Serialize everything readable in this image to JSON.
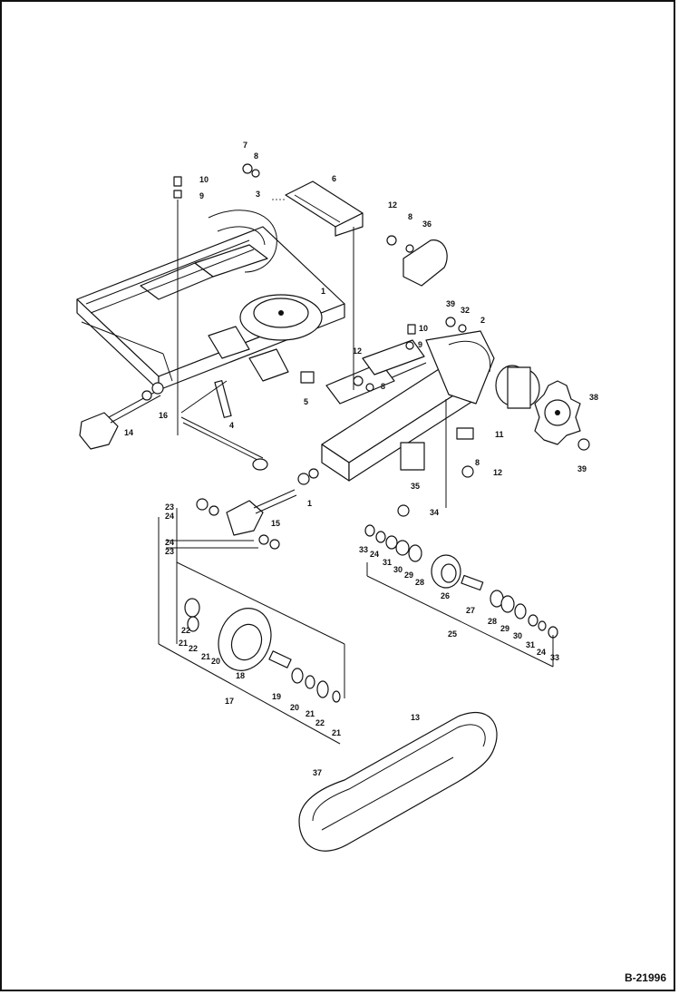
{
  "figure_id": "B-21996",
  "callouts": {
    "c1": "1",
    "c2": "2",
    "c3": "3",
    "c4": "4",
    "c5": "5",
    "c6": "6",
    "c7": "7",
    "c8a": "8",
    "c8b": "8",
    "c8c": "8",
    "c8d": "8",
    "c9a": "9",
    "c9b": "9",
    "c10a": "10",
    "c10b": "10",
    "c11": "11",
    "c12a": "12",
    "c12b": "12",
    "c12c": "12",
    "c13": "13",
    "c14": "14",
    "c15": "15",
    "c16": "16",
    "c1x": "1",
    "c17": "17",
    "c18": "18",
    "c19": "19",
    "c20a": "20",
    "c20b": "20",
    "c21a": "21",
    "c21b": "21",
    "c21c": "21",
    "c21d": "21",
    "c22a": "22",
    "c22b": "22",
    "c22c": "22",
    "c23a": "23",
    "c23b": "23",
    "c24a": "24",
    "c24b": "24",
    "c24c": "24",
    "c24d": "24",
    "c25": "25",
    "c26": "26",
    "c27": "27",
    "c28a": "28",
    "c28b": "28",
    "c29a": "29",
    "c29b": "29",
    "c30a": "30",
    "c30b": "30",
    "c31a": "31",
    "c31b": "31",
    "c32": "32",
    "c33a": "33",
    "c33b": "33",
    "c34": "34",
    "c35": "35",
    "c36": "36",
    "c37": "37",
    "c38": "38",
    "c39a": "39",
    "c39b": "39"
  }
}
